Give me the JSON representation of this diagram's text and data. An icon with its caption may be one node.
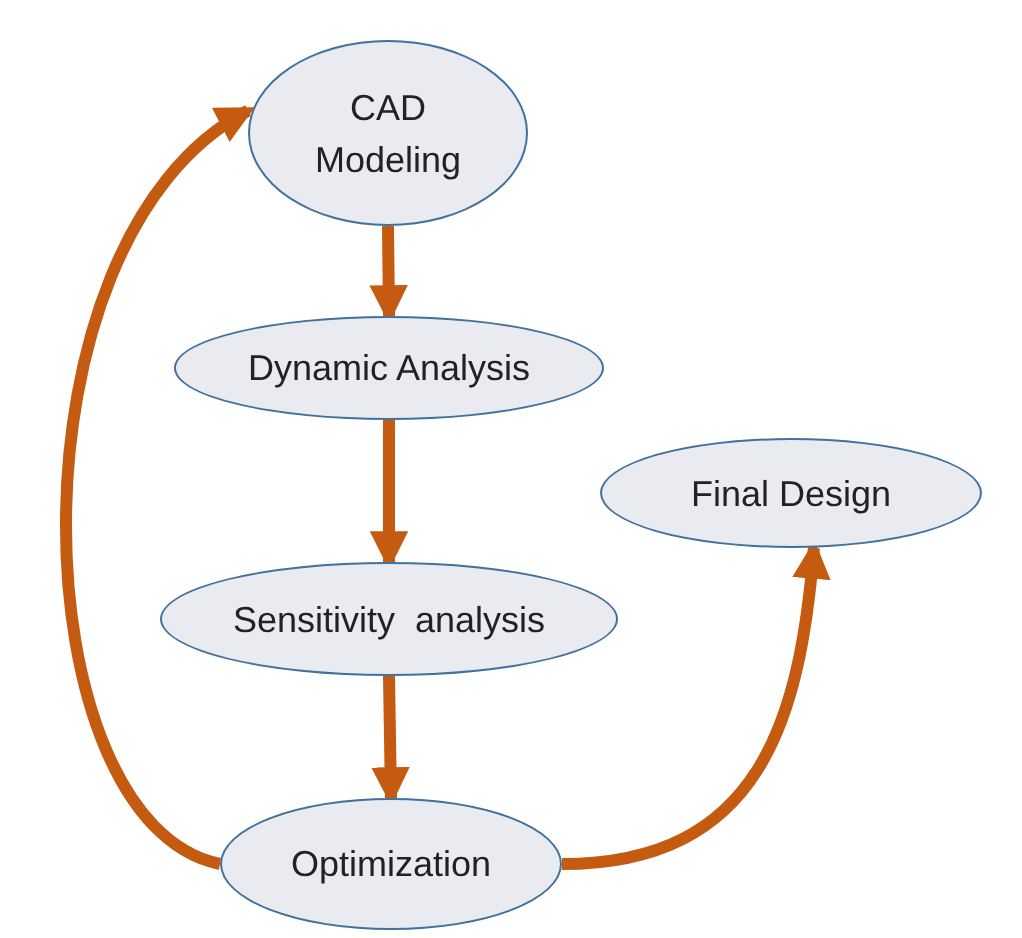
{
  "diagram": {
    "nodes": [
      {
        "text": [
          "CAD Modeling"
        ]
      },
      {
        "text": [
          "Dynamic Analysis"
        ]
      },
      {
        "text": [
          "Sensitivity  analysis"
        ]
      },
      {
        "text": [
          "Optimization"
        ]
      },
      {
        "text": [
          "Final Design"
        ]
      }
    ],
    "edges": [
      {
        "from": 0,
        "to": 1,
        "arrow": "to"
      },
      {
        "from": 1,
        "to": 2,
        "arrow": "to"
      },
      {
        "from": 2,
        "to": 3,
        "arrow": "to"
      },
      {
        "from": 3,
        "to": 0,
        "arrow": "to"
      },
      {
        "from": 3,
        "to": 4,
        "arrow": "to"
      }
    ]
  }
}
